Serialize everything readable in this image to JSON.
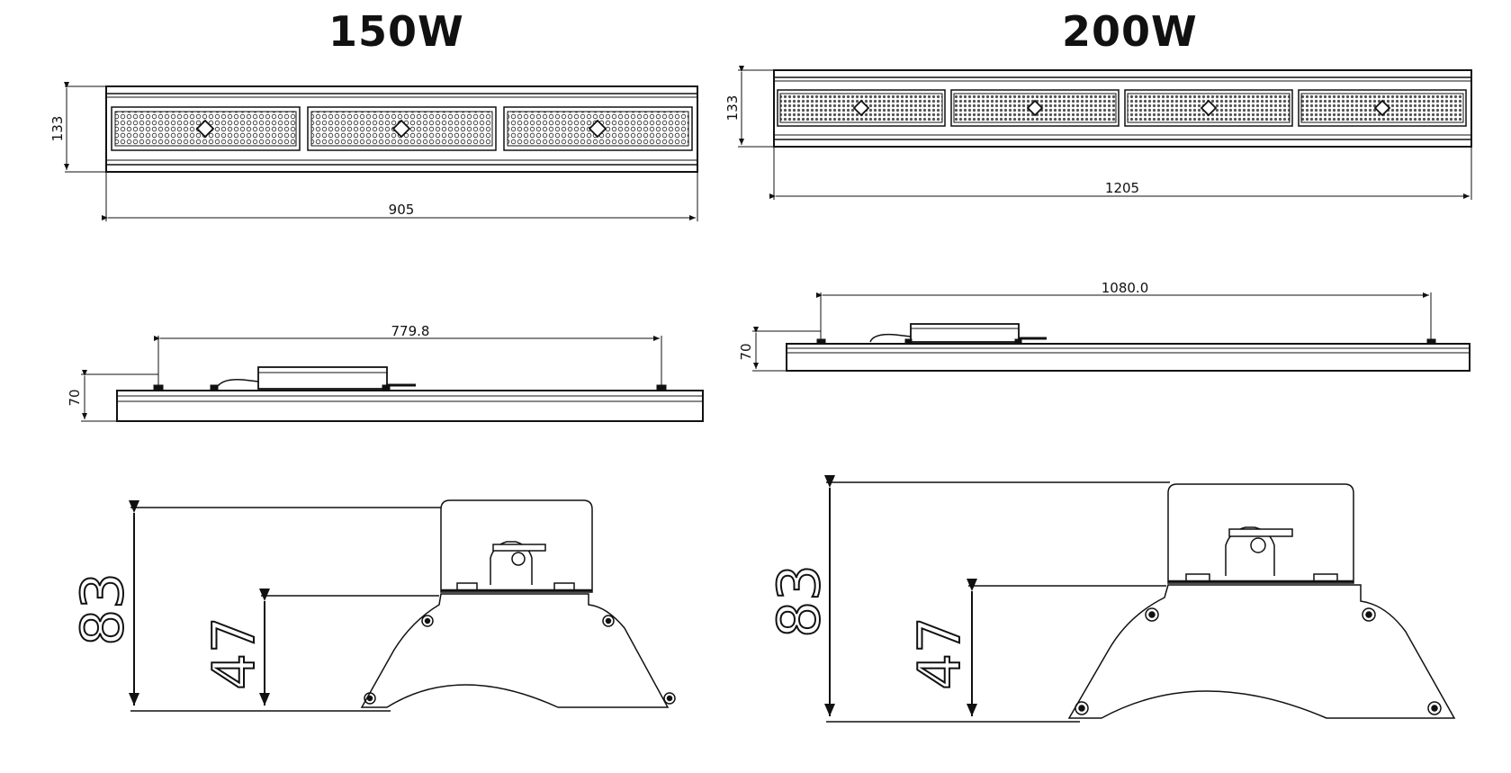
{
  "titles": {
    "left": "150W",
    "right": "200W"
  },
  "left": {
    "top_width": "905",
    "top_height": "133",
    "side_span": "779.8",
    "side_height": "70",
    "end_total": "83",
    "end_inner": "47"
  },
  "right": {
    "top_width": "1205",
    "top_height": "133",
    "side_span": "1080.0",
    "side_height": "70",
    "end_total": "83",
    "end_inner": "47"
  }
}
